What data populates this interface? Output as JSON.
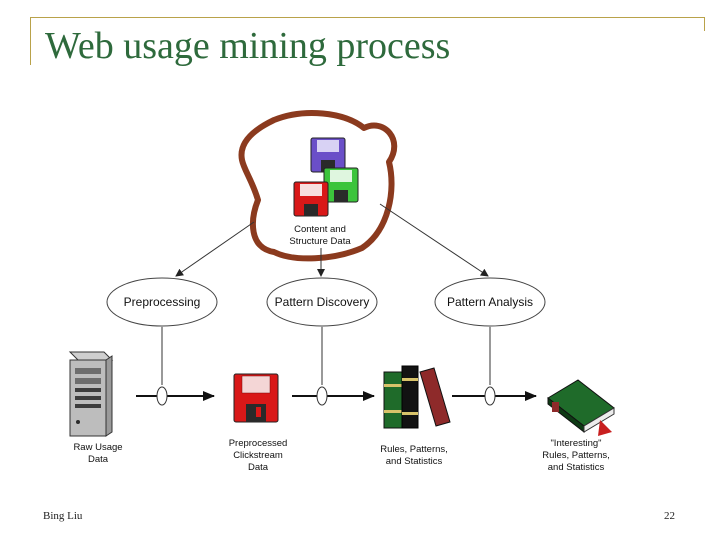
{
  "slide": {
    "title": "Web usage mining process",
    "author": "Bing Liu",
    "page_number": "22"
  },
  "diagram": {
    "content_store": {
      "label": "Content and\nStructure Data",
      "icon": "floppy-disks-icon"
    },
    "processes": [
      {
        "label": "Preprocessing"
      },
      {
        "label": "Pattern Discovery"
      },
      {
        "label": "Pattern Analysis"
      }
    ],
    "stages": [
      {
        "label": "Raw Usage\nData",
        "icon": "server-icon"
      },
      {
        "label": "Preprocessed\nClickstream\nData",
        "icon": "floppy-disk-icon"
      },
      {
        "label": "Rules, Patterns,\nand Statistics",
        "icon": "books-icon"
      },
      {
        "label": "\"Interesting\"\nRules, Patterns,\nand Statistics",
        "icon": "book-icon"
      }
    ],
    "colors": {
      "title": "#2e6a3c",
      "frame": "#b9a24a",
      "scribble": "#8b3a1e",
      "disk_purple": "#6a4fc8",
      "disk_green": "#3cc43c",
      "disk_red": "#d91818",
      "book_green": "#1f6b2a"
    }
  }
}
